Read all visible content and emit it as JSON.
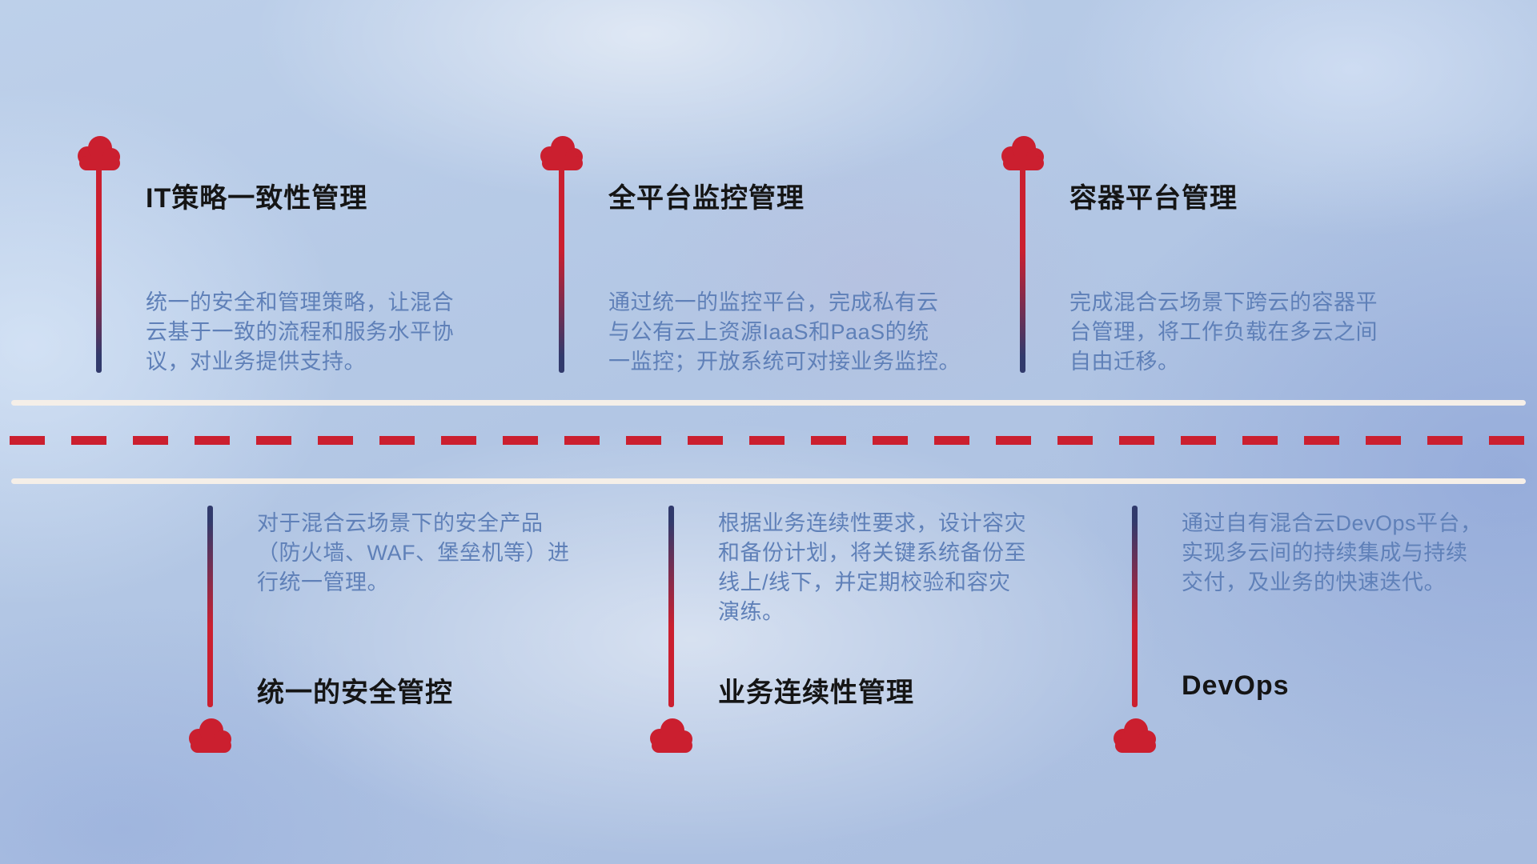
{
  "top_items": [
    {
      "title": "IT策略一致性管理",
      "description": [
        "统一的安全和管理策略，让混合",
        "云基于一致的流程和服务水平协",
        "议，对业务提供支持。"
      ]
    },
    {
      "title": "全平台监控管理",
      "description": [
        "通过统一的监控平台，完成私有云",
        "与公有云上资源IaaS和PaaS的统",
        "一监控；开放系统可对接业务监控。"
      ]
    },
    {
      "title": "容器平台管理",
      "description": [
        "完成混合云场景下跨云的容器平",
        "台管理，将工作负载在多云之间",
        "自由迁移。"
      ]
    }
  ],
  "bottom_items": [
    {
      "title": "统一的安全管控",
      "description": [
        "对于混合云场景下的安全产品",
        "（防火墙、WAF、堡垒机等）进",
        "行统一管理。"
      ]
    },
    {
      "title": "业务连续性管理",
      "description": [
        "根据业务连续性要求，设计容灾",
        "和备份计划，将关键系统备份至",
        "线上/线下，并定期校验和容灾",
        "演练。"
      ]
    },
    {
      "title": "DevOps",
      "description": [
        "通过自有混合云DevOps平台，",
        "实现多云间的持续集成与持续",
        "交付，及业务的快速迭代。"
      ]
    }
  ],
  "colors": {
    "accent_red": "#cb1f2f",
    "stem_navy": "#313a6c",
    "title_text": "#151515",
    "description_text": "#5f80b8",
    "road_white": "#f5efe8"
  }
}
